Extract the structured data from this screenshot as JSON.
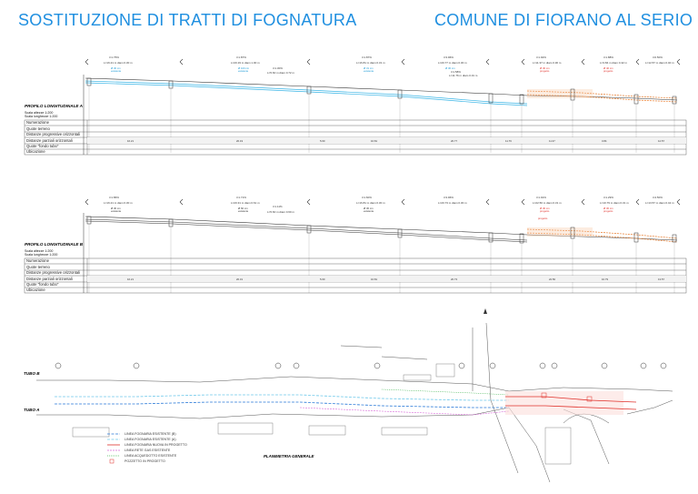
{
  "header": {
    "left_title": "SOSTITUZIONE DI TRATTI DI FOGNATURA",
    "right_title": "COMUNE DI FIORANO AL SERIO"
  },
  "profiles": [
    {
      "title": "PROFILO LONGITUDINALE A",
      "scale_h": "Scala altezze 1:200",
      "scale_l": "Scala lunghezze 1:200",
      "rows": [
        "Numerazione",
        "Quote terreno",
        "Distanze progressive orizzontali",
        "Distanze parziali orizzontali",
        "Quote \"fondo tubo\"",
        "Ubicazione"
      ]
    },
    {
      "title": "PROFILO LONGITUDINALE B",
      "scale_h": "Scala altezze 1:200",
      "scale_l": "Scala lunghezze 1:200",
      "rows": [
        "Numerazione",
        "Quote terreno",
        "Distanze progressive orizzontali",
        "Distanze parziali orizzontali",
        "Quote \"fondo tubo\"",
        "Ubicazione"
      ]
    }
  ],
  "plan": {
    "title": "PLANIMETRIA GENERALE",
    "tubo_b": "TUBO B",
    "tubo_a": "TUBO A"
  },
  "legend": [
    {
      "label": "LINEA FOGNARIA ESISTENTE (B)",
      "color": "#2a7ad8"
    },
    {
      "label": "LINEA FOGNARIA ESISTENTE (A)",
      "color": "#6ec8ea"
    },
    {
      "label": "LINEA FOGNARIA NUOVA IN PROGETTO",
      "color": "#e0302a"
    },
    {
      "label": "LINEA RETE GAS ESISTENTE",
      "color": "#d76ad8"
    },
    {
      "label": "LINEA ACQUEDOTTO ESISTENTE",
      "color": "#4ab85a"
    },
    {
      "label": "POZZETTO IN PROGETTO",
      "color": "#e0302a"
    }
  ],
  "colors": {
    "title": "#1f8fe0",
    "existing_pipe": "#3ab5e6",
    "new_pipe": "#e87a2a",
    "new_red": "#e0302a"
  }
}
